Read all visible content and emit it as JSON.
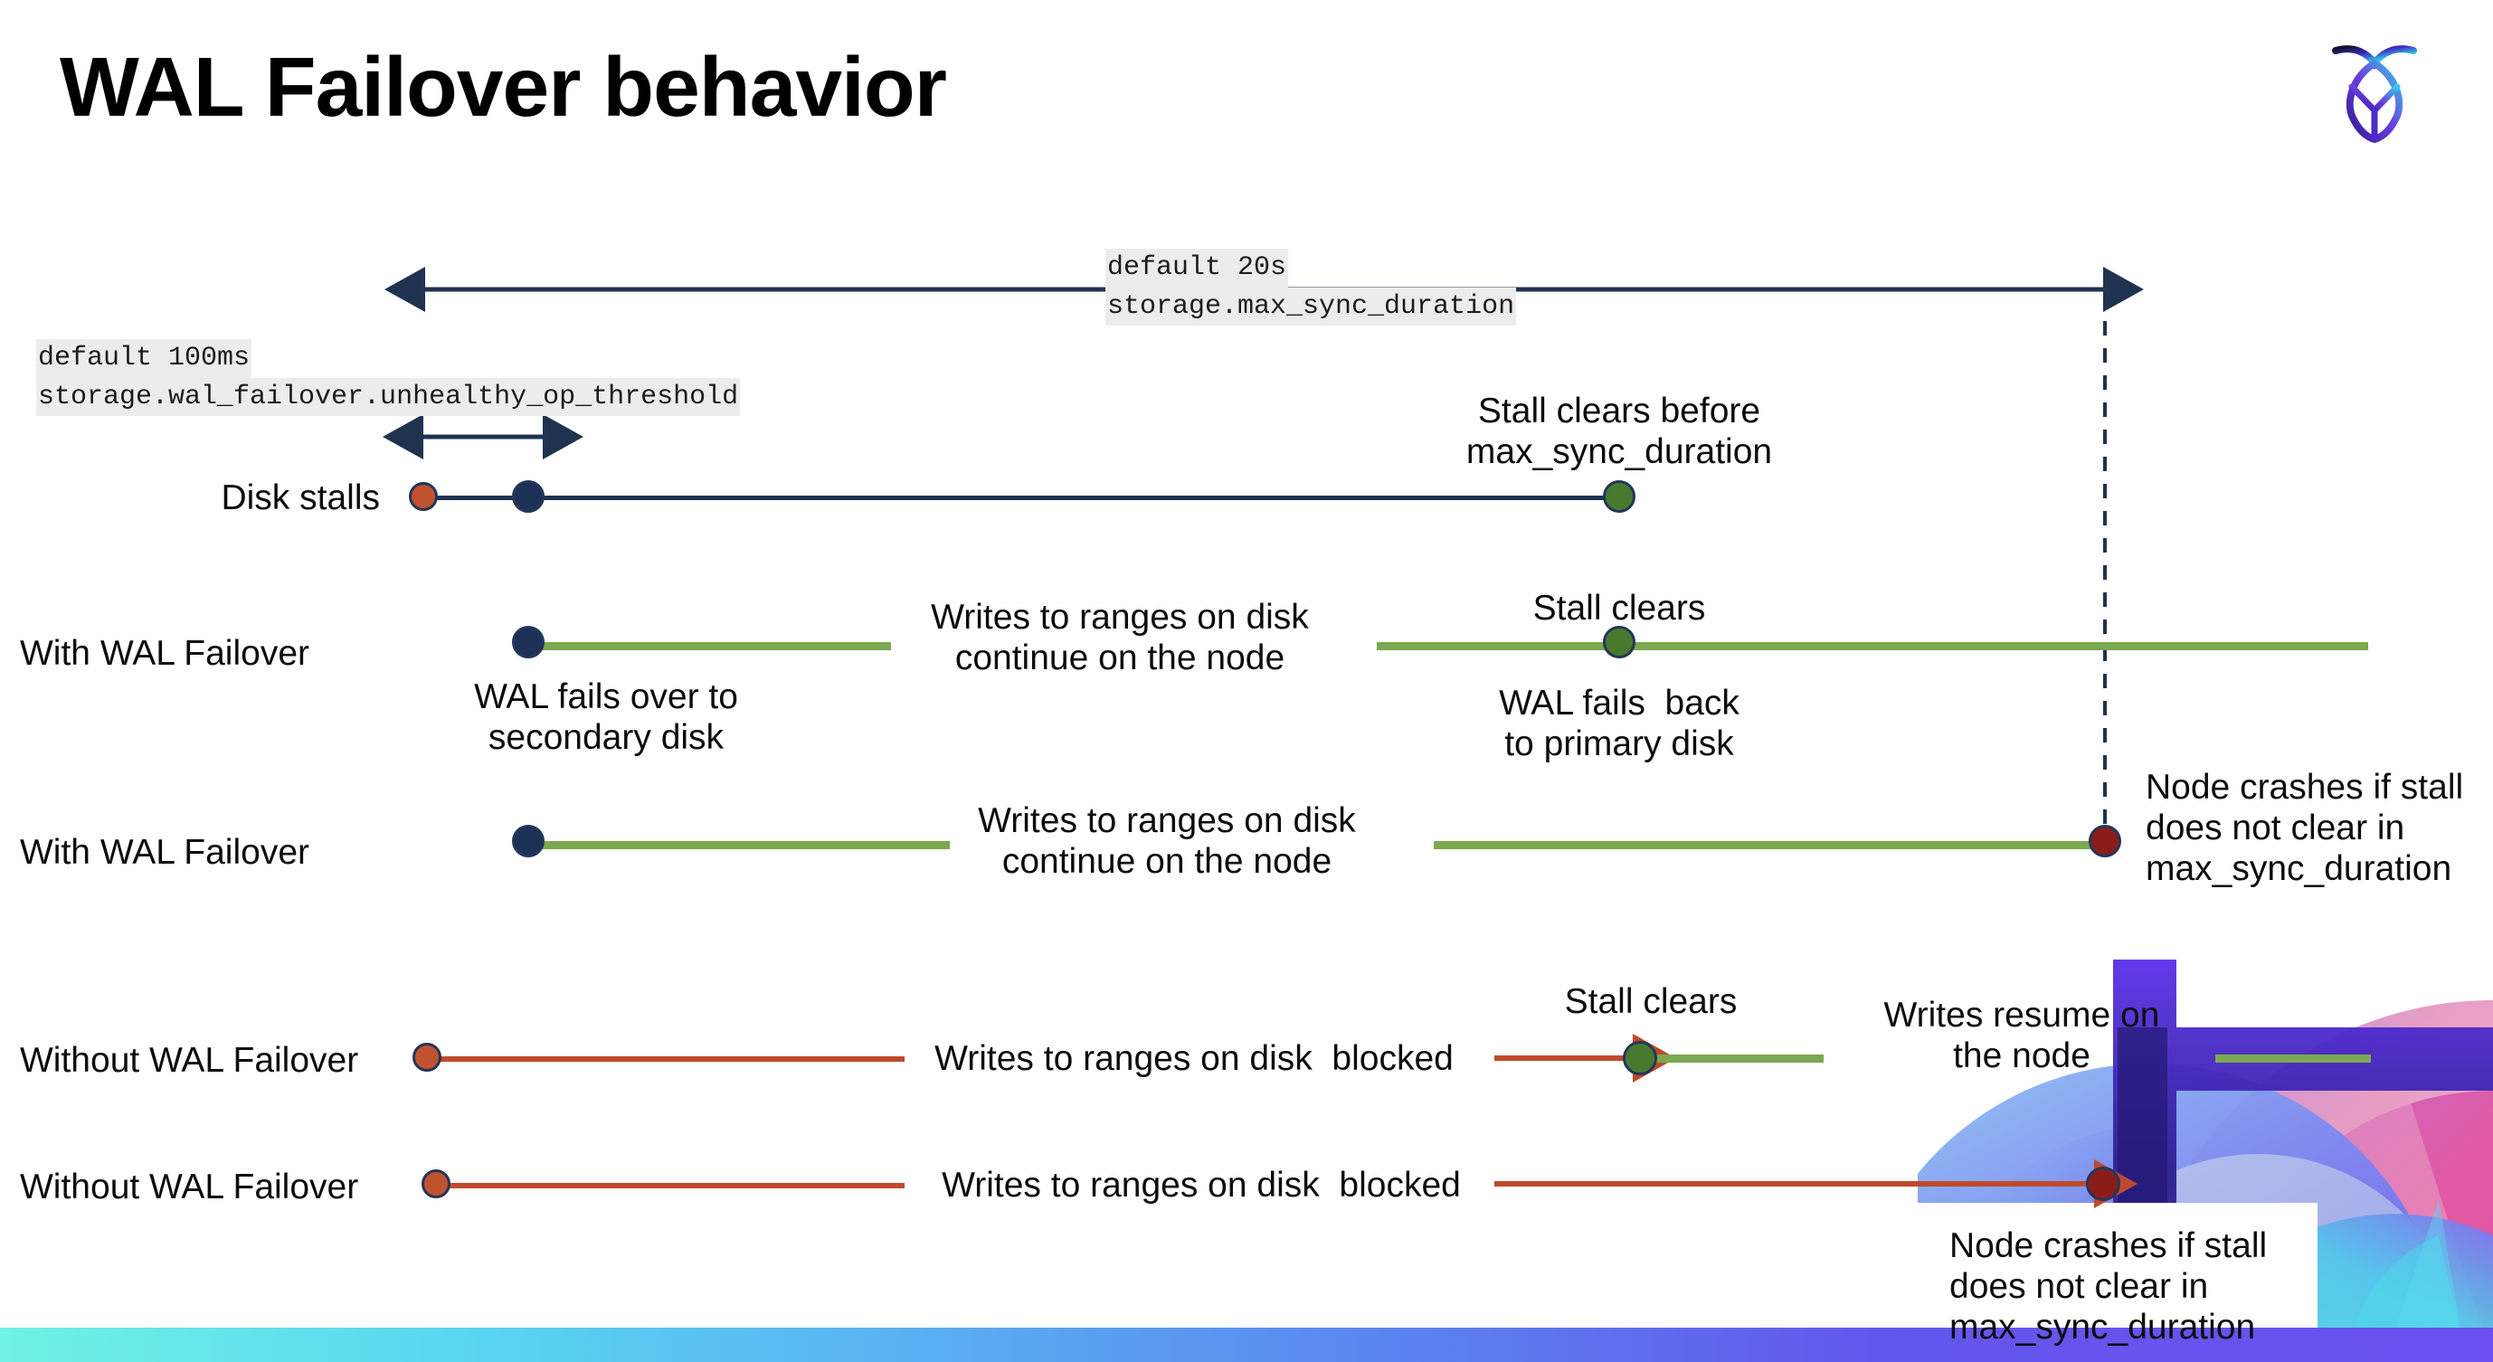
{
  "slide": {
    "title": "WAL Failover behavior",
    "logo_name": "cockroachdb-logo"
  },
  "annotations": {
    "max_sync": {
      "line1": "default 20s",
      "line2": "storage.max_sync_duration"
    },
    "unhealthy": {
      "line1": "default 100ms",
      "line2": "storage.wal_failover.unhealthy_op_threshold"
    }
  },
  "rows": [
    {
      "id": "disk-stalls",
      "label": "Disk stalls",
      "callouts": [
        {
          "id": "stall-clears-before",
          "text": "Stall clears before\nmax_sync_duration"
        }
      ]
    },
    {
      "id": "with-wal-failover-recovers",
      "label": "With WAL Failover",
      "callouts": [
        {
          "id": "wal-fails-over",
          "text": "WAL fails over to\nsecondary disk"
        },
        {
          "id": "writes-continue",
          "text": "Writes to ranges on disk\ncontinue on the node"
        },
        {
          "id": "stall-clears",
          "text": "Stall clears"
        },
        {
          "id": "wal-fails-back",
          "text": "WAL fails  back\nto primary disk"
        }
      ]
    },
    {
      "id": "with-wal-failover-crash",
      "label": "With WAL Failover",
      "callouts": [
        {
          "id": "writes-continue-2",
          "text": "Writes to ranges on disk\ncontinue on the node"
        },
        {
          "id": "node-crashes-1",
          "text": "Node crashes if stall\ndoes not clear in\nmax_sync_duration"
        }
      ]
    },
    {
      "id": "without-wal-failover-recovers",
      "label": "Without WAL Failover",
      "callouts": [
        {
          "id": "writes-blocked",
          "text": "Writes to ranges on disk  blocked"
        },
        {
          "id": "stall-clears-2",
          "text": "Stall clears"
        },
        {
          "id": "writes-resume",
          "text": "Writes resume on\nthe node"
        }
      ]
    },
    {
      "id": "without-wal-failover-crash",
      "label": "Without WAL Failover",
      "callouts": [
        {
          "id": "writes-blocked-2",
          "text": "Writes to ranges on disk  blocked"
        },
        {
          "id": "node-crashes-2",
          "text": "Node crashes if stall\ndoes not clear in\nmax_sync_duration"
        }
      ]
    }
  ],
  "colors": {
    "navy": "#1f3250",
    "green_line": "#7aa951",
    "red_line": "#c0492b",
    "dot_navy": "#1d3055",
    "dot_red": "#c0522f",
    "dot_green": "#477a2e",
    "dot_darkred": "#8b1d18",
    "code_bg": "#ececec",
    "bottom_bar_start": "#6ff2e4",
    "bottom_bar_end": "#6b4ff0"
  }
}
